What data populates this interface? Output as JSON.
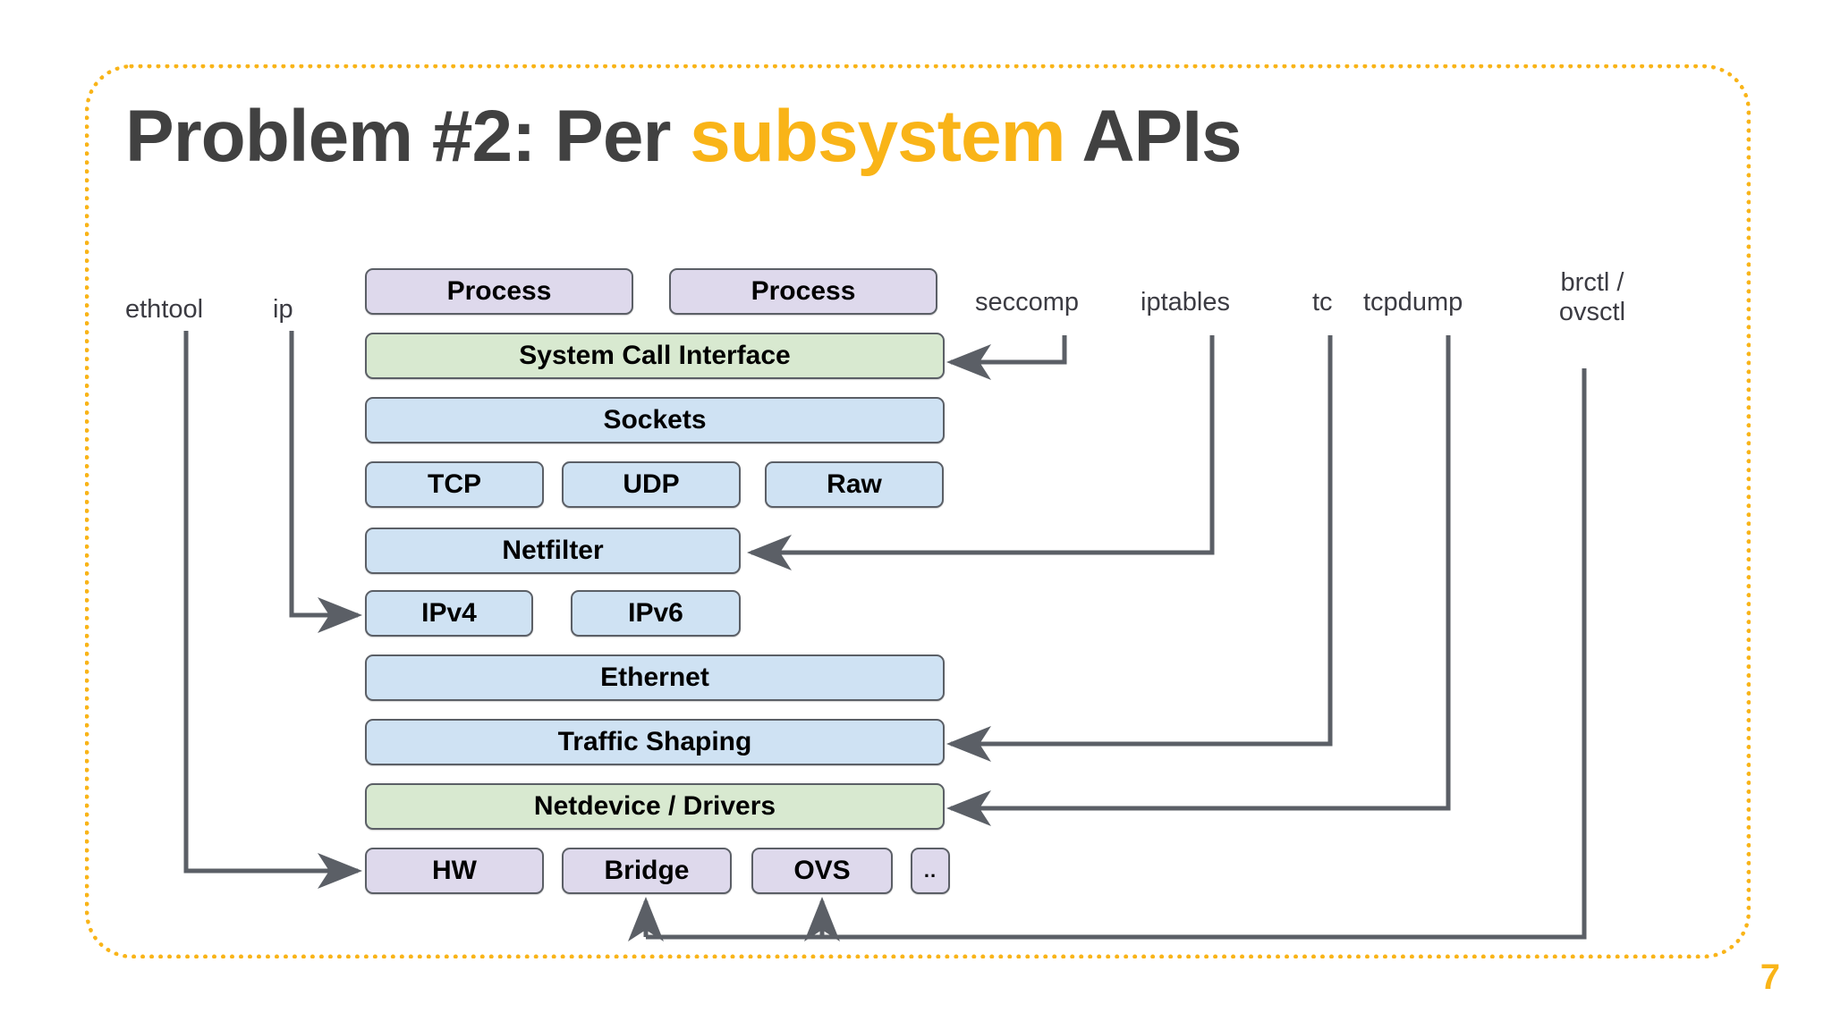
{
  "slide": {
    "page_number": "7",
    "accent_color": "#f9b418",
    "title_color": "#414141",
    "background": "#ffffff",
    "border_style": "dotted-rounded"
  },
  "title": {
    "part1": "Problem #2: Per ",
    "highlight": "subsystem",
    "part2": " APIs",
    "full": "Problem #2: Per subsystem APIs"
  },
  "diagram": {
    "type": "layered-stack",
    "colors": {
      "purple": "#ded9ec",
      "green": "#d8e9d0",
      "blue": "#cfe2f3",
      "stroke": "#5b5f66",
      "arrow": "#5b5f66"
    },
    "rows": [
      {
        "name": "processes",
        "boxes": [
          {
            "label": "Process",
            "color": "purple"
          },
          {
            "label": "Process",
            "color": "purple"
          }
        ]
      },
      {
        "name": "syscall",
        "boxes": [
          {
            "label": "System Call Interface",
            "color": "green"
          }
        ]
      },
      {
        "name": "sockets",
        "boxes": [
          {
            "label": "Sockets",
            "color": "blue"
          }
        ]
      },
      {
        "name": "transport",
        "boxes": [
          {
            "label": "TCP",
            "color": "blue"
          },
          {
            "label": "UDP",
            "color": "blue"
          },
          {
            "label": "Raw",
            "color": "blue"
          }
        ]
      },
      {
        "name": "netfilter",
        "boxes": [
          {
            "label": "Netfilter",
            "color": "blue"
          }
        ]
      },
      {
        "name": "ip",
        "boxes": [
          {
            "label": "IPv4",
            "color": "blue"
          },
          {
            "label": "IPv6",
            "color": "blue"
          }
        ]
      },
      {
        "name": "ethernet",
        "boxes": [
          {
            "label": "Ethernet",
            "color": "blue"
          }
        ]
      },
      {
        "name": "traffic-shaping",
        "boxes": [
          {
            "label": "Traffic Shaping",
            "color": "blue"
          }
        ]
      },
      {
        "name": "netdevice",
        "boxes": [
          {
            "label": "Netdevice / Drivers",
            "color": "green"
          }
        ]
      },
      {
        "name": "hardware",
        "boxes": [
          {
            "label": "HW",
            "color": "purple"
          },
          {
            "label": "Bridge",
            "color": "purple"
          },
          {
            "label": "OVS",
            "color": "purple"
          },
          {
            "label": "..",
            "color": "purple"
          }
        ]
      }
    ],
    "tools": [
      {
        "name": "ethtool",
        "label": "ethtool",
        "targets": "HW"
      },
      {
        "name": "ip",
        "label": "ip",
        "targets": "IPv4"
      },
      {
        "name": "seccomp",
        "label": "seccomp",
        "targets": "System Call Interface"
      },
      {
        "name": "iptables",
        "label": "iptables",
        "targets": "Netfilter"
      },
      {
        "name": "tc",
        "label": "tc",
        "targets": "Traffic Shaping"
      },
      {
        "name": "tcpdump",
        "label": "tcpdump",
        "targets": "Netdevice / Drivers"
      },
      {
        "name": "brctl-ovsctl",
        "label_line1": "brctl /",
        "label_line2": "ovsctl",
        "label": "brctl / ovsctl",
        "targets": "Bridge, OVS"
      }
    ]
  }
}
